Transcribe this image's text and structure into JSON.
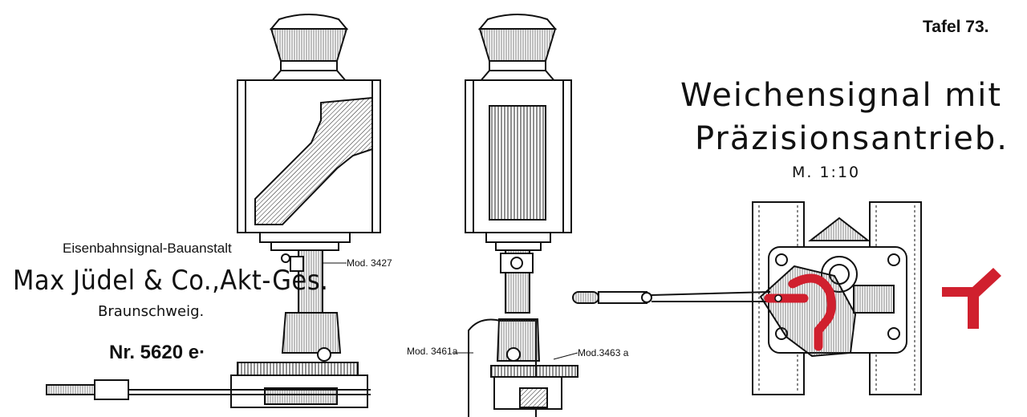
{
  "plate": {
    "number": "Tafel 73."
  },
  "title": {
    "line1": "Weichensignal mit",
    "line2": "Präzisionsantrieb.",
    "scale": "M. 1:10"
  },
  "maker": {
    "subtitle": "Eisenbahnsignal-Bauanstalt",
    "name": "Max Jüdel & Co.,Akt-Ges.",
    "city": "Braunschweig.",
    "catalog_no": "Nr. 5620 e·"
  },
  "labels": {
    "mod_3427": "Mod. 3427",
    "mod_3461": "Mod. 3461a",
    "mod_3463": "Mod.3463 a"
  },
  "colors": {
    "ink": "#111111",
    "accent_red": "#d0202e",
    "paper": "#ffffff"
  }
}
